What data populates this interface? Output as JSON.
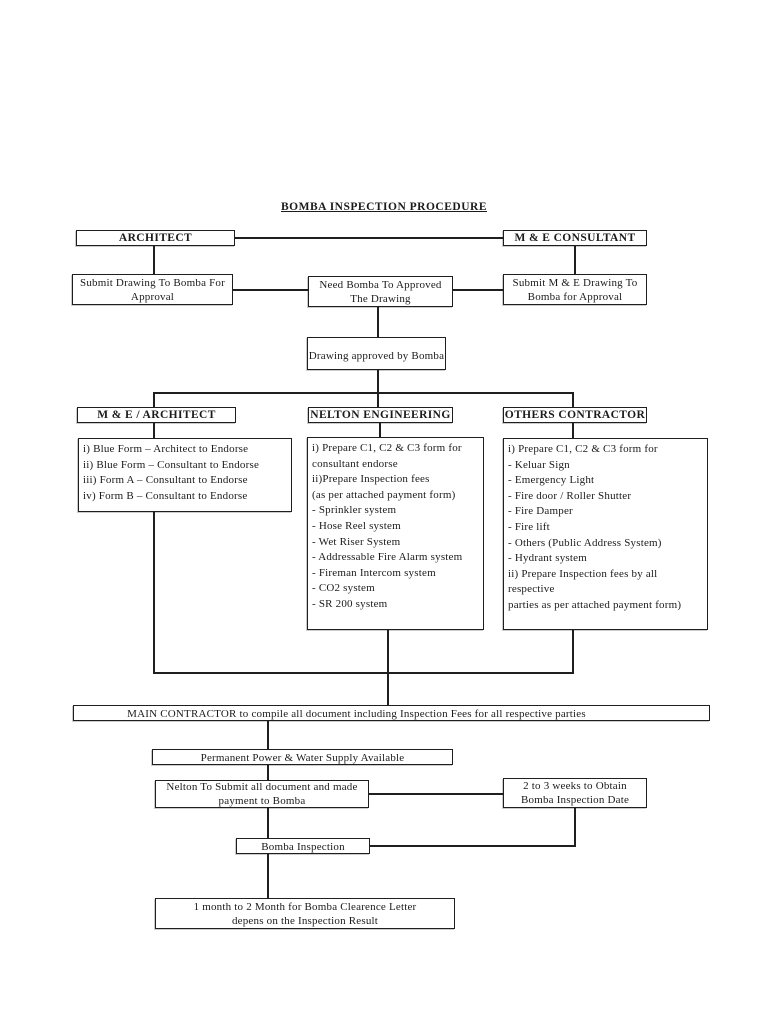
{
  "title": "BOMBA INSPECTION PROCEDURE",
  "nodes": {
    "architect": "ARCHITECT",
    "me_consultant": "M & E CONSULTANT",
    "submit_drawing": [
      "Submit Drawing To Bomba For",
      "Approval"
    ],
    "need_bomba": [
      "Need Bomba To Approved",
      "The Drawing"
    ],
    "submit_me_drawing": [
      "Submit M & E Drawing To",
      "Bomba for Approval"
    ],
    "drawing_approved": "Drawing approved by Bomba",
    "me_architect_header": "M & E / ARCHITECT",
    "nelton_header": "NELTON ENGINEERING",
    "others_header": "OTHERS CONTRACTOR",
    "me_architect_items": [
      "i) Blue Form – Architect to Endorse",
      "ii) Blue Form – Consultant to Endorse",
      "iii) Form A – Consultant to Endorse",
      "iv) Form B – Consultant to Endorse"
    ],
    "nelton_items": [
      "i) Prepare C1, C2 & C3 form for",
      "consultant endorse",
      "ii)Prepare Inspection fees",
      "(as per attached payment form)",
      "- Sprinkler system",
      "- Hose Reel system",
      "- Wet Riser System",
      "- Addressable Fire Alarm system",
      "- Fireman Intercom system",
      "- CO2 system",
      "- SR 200 system"
    ],
    "others_items": [
      "i) Prepare C1, C2 & C3 form for",
      "- Keluar Sign",
      "- Emergency Light",
      "- Fire door / Roller Shutter",
      "- Fire Damper",
      "- Fire lift",
      "- Others (Public Address System)",
      "- Hydrant system",
      "ii) Prepare Inspection fees by all respective",
      "parties as per attached payment form)"
    ],
    "main_contractor": "MAIN CONTRACTOR to compile all document including Inspection Fees for all respective parties",
    "permanent_power": "Permanent Power & Water Supply Available",
    "nelton_submit": [
      "Nelton To Submit all document and made",
      "payment to Bomba"
    ],
    "weeks_obtain": [
      "2 to 3 weeks to Obtain",
      "Bomba Inspection Date"
    ],
    "bomba_inspection": "Bomba Inspection",
    "clearance": [
      "1 month to 2 Month for Bomba Clearence Letter",
      "depens on the Inspection Result"
    ]
  }
}
